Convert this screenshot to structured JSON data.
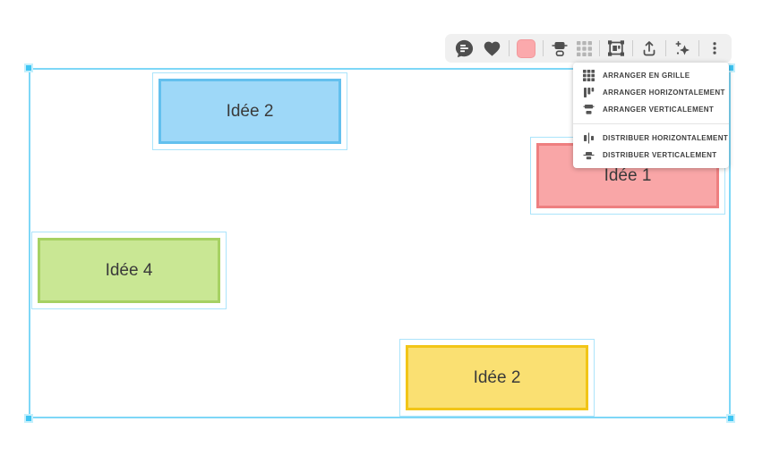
{
  "selection": {
    "box_border_color": "#7ED7F7",
    "handle_fill_color": "#3FC5F3",
    "card_outline_color": "#ABE4FB"
  },
  "toolbar": {
    "background_color": "#F0F0F0",
    "icon_color": "#4F4F4F",
    "swatch_color": "#FBA9AC",
    "buttons": [
      {
        "name": "comment",
        "icon": "comment-icon"
      },
      {
        "name": "favorite",
        "icon": "heart-icon"
      },
      {
        "name": "fill-color",
        "icon": "color-swatch"
      },
      {
        "name": "align",
        "icon": "align-vertical-icon"
      },
      {
        "name": "arrange-grid",
        "icon": "grid-icon"
      },
      {
        "name": "frame",
        "icon": "frame-icon"
      },
      {
        "name": "export",
        "icon": "upload-icon"
      },
      {
        "name": "ai-magic",
        "icon": "sparkles-icon"
      },
      {
        "name": "more-options",
        "icon": "kebab-menu-icon"
      }
    ]
  },
  "menu": {
    "items": [
      {
        "icon": "grid-icon",
        "label": "ARRANGER EN GRILLE"
      },
      {
        "icon": "arrange-horizontal-icon",
        "label": "ARRANGER HORIZONTALEMENT"
      },
      {
        "icon": "arrange-vertical-icon",
        "label": "ARRANGER VERTICALEMENT"
      },
      {
        "icon": "distribute-horizontal-icon",
        "label": "DISTRIBUER HORIZONTALEMENT"
      },
      {
        "icon": "distribute-vertical-icon",
        "label": "DISTRIBUER VERTICALEMENT"
      }
    ]
  },
  "cards": [
    {
      "label": "Idée 2",
      "fill": "#9ED8F8",
      "border": "#63C0EE"
    },
    {
      "label": "Idée 1",
      "fill": "#F9A6A7",
      "border": "#EE7F80"
    },
    {
      "label": "Idée 4",
      "fill": "#C9E794",
      "border": "#A6D163"
    },
    {
      "label": "Idée 2",
      "fill": "#FAE072",
      "border": "#F2C517"
    }
  ]
}
